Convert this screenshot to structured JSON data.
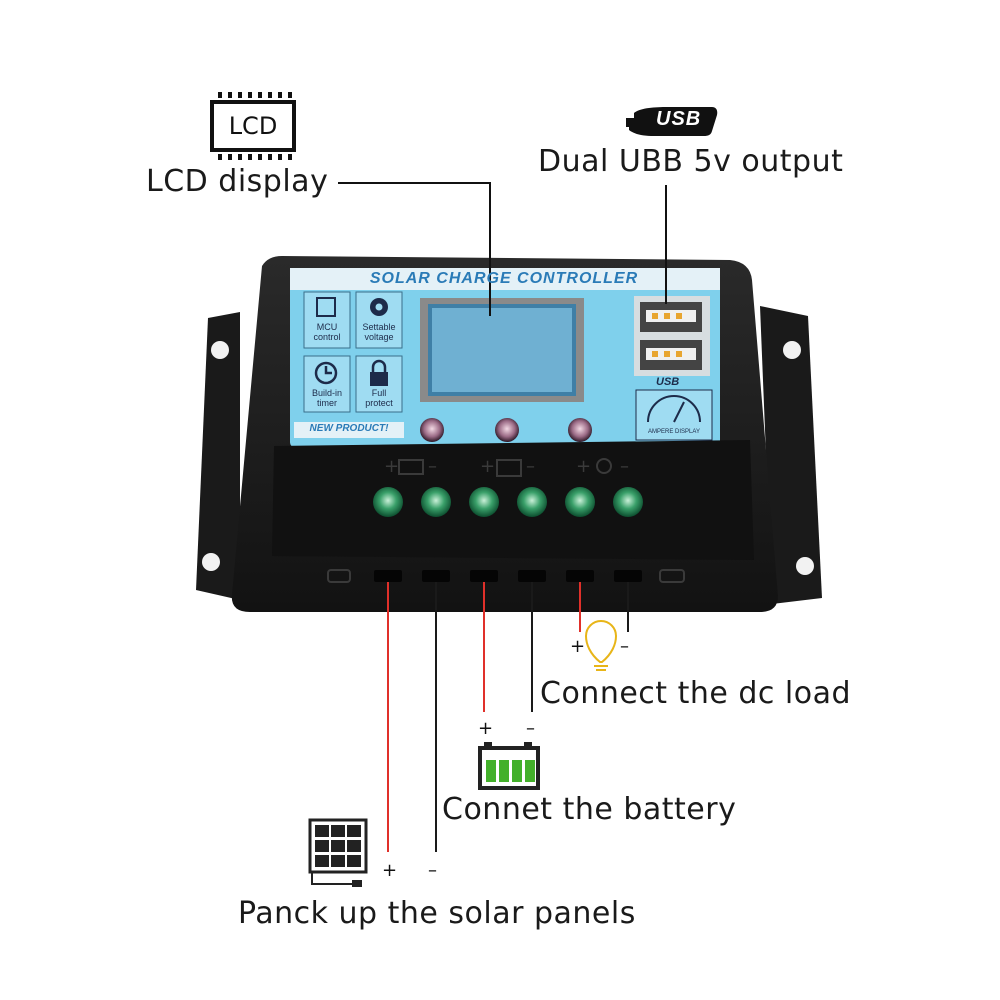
{
  "callouts": {
    "lcd_icon_text": "LCD",
    "lcd_display": "LCD display",
    "usb_icon_text": "USB",
    "usb_output": "Dual UBB 5v output",
    "dc_load": "Connect the dc load",
    "battery": "Connet the battery",
    "solar": "Panck up the solar panels"
  },
  "controller": {
    "title": "SOLAR CHARGE CONTROLLER",
    "features": [
      {
        "label": "MCU control",
        "icon": "chip-icon"
      },
      {
        "label": "Settable voltage",
        "icon": "gear-icon"
      },
      {
        "label": "Build-in timer",
        "icon": "clock-icon"
      },
      {
        "label": "Full protect",
        "icon": "lock-icon"
      }
    ],
    "new_product": "NEW PRODUCT!",
    "usb_logo": "USB",
    "ampere_display": "AMPERE DISPLAY"
  },
  "polarity": {
    "plus": "+",
    "minus": "–"
  },
  "colors": {
    "housing": "#1c1c1c",
    "panel": "#7fd0ec",
    "title_bar": "#e4f1f7",
    "wire_positive": "#e0302a",
    "wire_negative": "#1a1a1a",
    "battery_cells": "#43b02a",
    "bulb": "#e8b518"
  }
}
